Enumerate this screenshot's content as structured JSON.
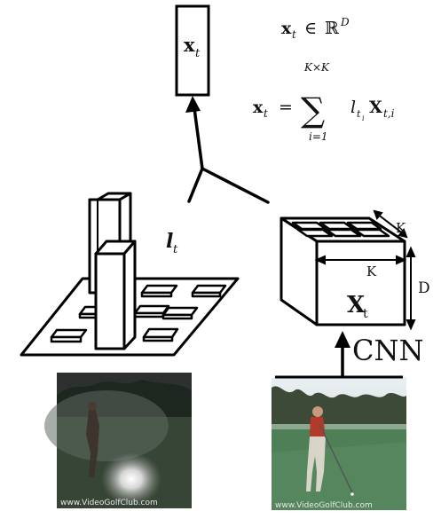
{
  "output_box": {
    "symbol": "x",
    "subscript": "t"
  },
  "equations": {
    "eq1": {
      "lhs": "x",
      "lhs_sub": "t",
      "rel": "∈",
      "space": "ℝ",
      "space_sup": "D"
    },
    "eq2": {
      "lhs": "x",
      "lhs_sub": "t",
      "rel": "=",
      "sum_upper": "K×K",
      "sum_lower": "i=1",
      "term_l": "l",
      "term_l_sub": "t",
      "term_l_subsub": "i",
      "term_x": "X",
      "term_x_sub": "t,i"
    }
  },
  "attention": {
    "symbol": "l",
    "subscript": "t"
  },
  "cube": {
    "label": "X",
    "label_sub": "t",
    "dim_k_top": "K",
    "dim_k_front": "K",
    "dim_d": "D"
  },
  "cnn_label": "CNN",
  "frames": {
    "left_watermark": "www.VideoGolfClub.com",
    "right_watermark": "www.VideoGolfClub.com"
  },
  "colors": {
    "ink": "#000000",
    "sky": "#dfe7ea",
    "grass": "#4f7f57",
    "trees": "#2f3b2c",
    "shirt": "#b23a2a"
  }
}
